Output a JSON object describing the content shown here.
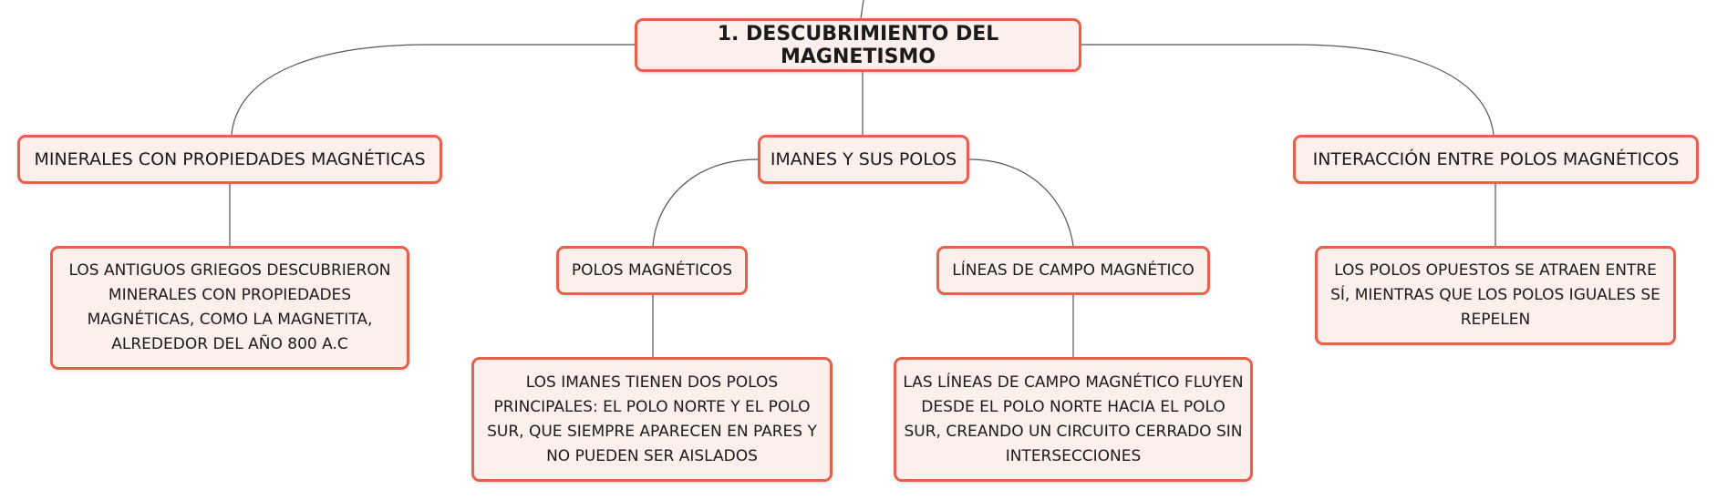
{
  "map": {
    "root": {
      "label": "1. DESCUBRIMIENTO DEL MAGNETISMO"
    },
    "branches": [
      {
        "label": "MINERALES CON PROPIEDADES MAGNÉTICAS",
        "detail": "LOS ANTIGUOS GRIEGOS DESCUBRIERON MINERALES CON PROPIEDADES MAGNÉTICAS, COMO LA MAGNETITA, ALREDEDOR DEL AÑO 800 A.C"
      },
      {
        "label": "IMANES Y SUS POLOS",
        "children": [
          {
            "label": "POLOS MAGNÉTICOS",
            "detail": "LOS IMANES TIENEN DOS POLOS PRINCIPALES: EL POLO NORTE Y EL POLO SUR, QUE SIEMPRE APARECEN EN PARES Y NO PUEDEN SER AISLADOS"
          },
          {
            "label": "LÍNEAS DE CAMPO MAGNÉTICO",
            "detail": "LAS LÍNEAS DE CAMPO MAGNÉTICO FLUYEN DESDE EL POLO NORTE HACIA EL POLO SUR, CREANDO UN CIRCUITO CERRADO SIN INTERSECCIONES"
          }
        ]
      },
      {
        "label": "INTERACCIÓN ENTRE POLOS MAGNÉTICOS",
        "detail": "LOS POLOS OPUESTOS SE ATRAEN ENTRE SÍ, MIENTRAS QUE LOS POLOS IGUALES SE REPELEN"
      }
    ]
  },
  "style": {
    "node_border_color": "#e8604c",
    "node_fill_color": "#fdf0ec",
    "connector_color": "#555555"
  }
}
